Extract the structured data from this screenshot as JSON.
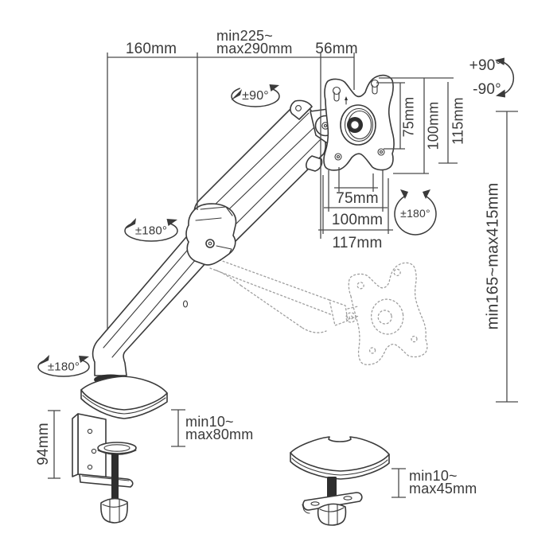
{
  "diagram_type": "monitor desk mount arm dimension drawing",
  "labels": {
    "top": {
      "arm_rear_span": "160mm",
      "arm_reach_line1": "min225~",
      "arm_reach_line2": "max290mm",
      "head_depth": "56mm"
    },
    "rotation": {
      "head_swivel": "±90°",
      "tilt_up": "+90°",
      "tilt_down": "-90°",
      "vesa_rotate": "±180°",
      "elbow_swivel": "±180°",
      "base_swivel": "±180°"
    },
    "vesa": {
      "hole_spacing_vertical": "75mm",
      "plate_vertical": "100mm",
      "plate_height": "115mm",
      "hole_spacing_horizontal": "75mm",
      "plate_horizontal": "100mm",
      "plate_width": "117mm"
    },
    "height_range": "min165~max415mm",
    "clamp": {
      "bracket_height": "94mm",
      "desk_thickness_line1": "min10~",
      "desk_thickness_line2": "max80mm"
    },
    "grommet": {
      "desk_thickness_line1": "min10~",
      "desk_thickness_line2": "max45mm"
    }
  },
  "colors": {
    "background": "#ffffff",
    "line": "#3a3a3a",
    "dimension_line": "#4a4a4a",
    "ghost_outline": "#9e9e9e",
    "solid_fill": "#2e2e2e"
  }
}
